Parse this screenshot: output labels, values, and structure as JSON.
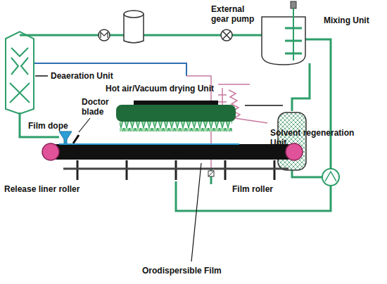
{
  "diagram": {
    "labels": [
      "Mixing Unit",
      "External gear pump",
      "Deaeration Unit",
      "Hot air/Vacuum drying Unit",
      "Solvent regeneration Unit",
      "Film dope",
      "Doctor blade",
      "Release liner roller",
      "Film roller",
      "Orodispersible Film"
    ]
  }
}
